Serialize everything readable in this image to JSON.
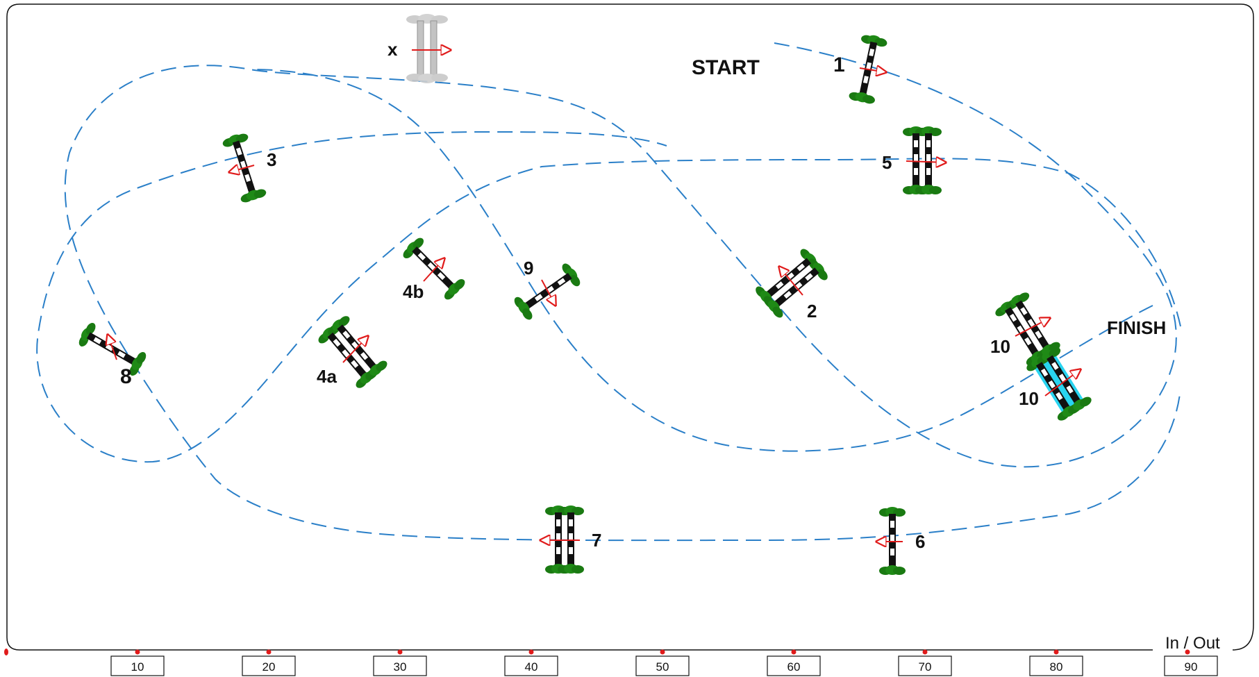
{
  "labels": {
    "start": "START",
    "finish": "FINISH",
    "in_out": "In / Out"
  },
  "obstacles": [
    {
      "name": "obstacle-x",
      "number": "x"
    },
    {
      "name": "obstacle-1",
      "number": "1"
    },
    {
      "name": "obstacle-2",
      "number": "2"
    },
    {
      "name": "obstacle-3",
      "number": "3"
    },
    {
      "name": "obstacle-4a",
      "number": "4a"
    },
    {
      "name": "obstacle-4b",
      "number": "4b"
    },
    {
      "name": "obstacle-5",
      "number": "5"
    },
    {
      "name": "obstacle-6",
      "number": "6"
    },
    {
      "name": "obstacle-7",
      "number": "7"
    },
    {
      "name": "obstacle-8",
      "number": "8"
    },
    {
      "name": "obstacle-9",
      "number": "9"
    },
    {
      "name": "obstacle-10-upper",
      "number": "10"
    },
    {
      "name": "obstacle-10-lower",
      "number": "10"
    }
  ],
  "scale_ticks": [
    "10",
    "20",
    "30",
    "40",
    "50",
    "60",
    "70",
    "80",
    "90"
  ],
  "colors": {
    "route": "#2a7fc8",
    "direction_arrow": "#e01b1b",
    "pole_stripe": "#111111",
    "flower_box": "#1a7a12",
    "water_tray": "#29d4f0",
    "practice_jump": "#c8c8c8"
  }
}
